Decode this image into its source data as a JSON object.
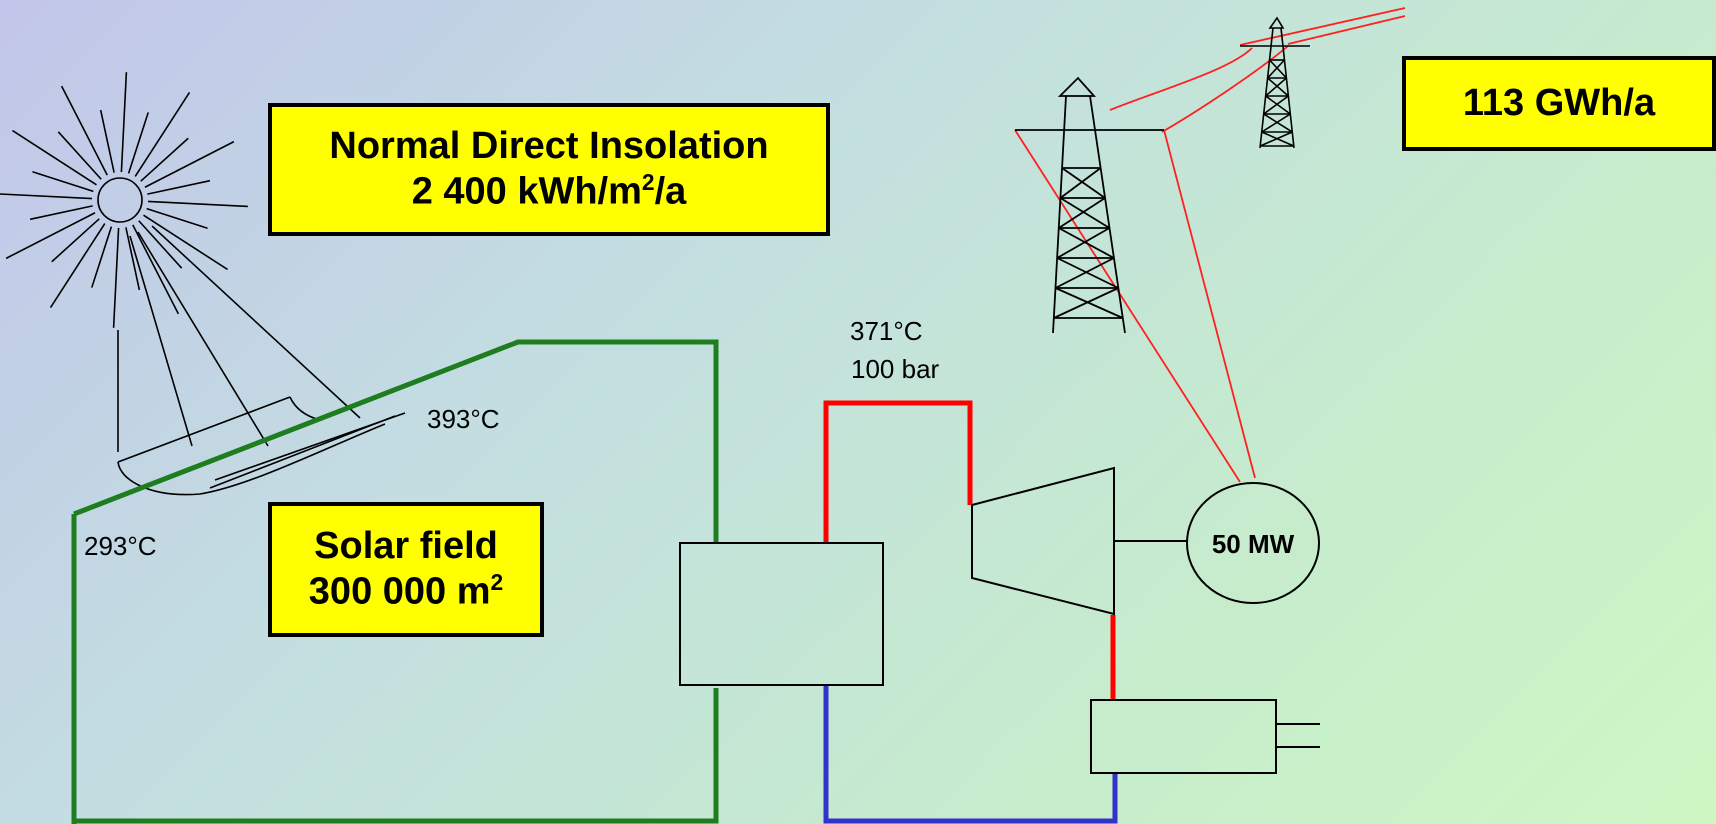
{
  "insolation": {
    "line1": "Normal Direct Insolation",
    "line2_prefix": "2 400 kWh/m",
    "line2_sup": "2",
    "line2_suffix": "/a"
  },
  "solar_field": {
    "line1": "Solar field",
    "line2_prefix": "300 000 m",
    "line2_sup": "2"
  },
  "annual_output": "113 GWh/a",
  "generator": "50 MW",
  "temps": {
    "field_outlet": "393°C",
    "field_inlet": "293°C",
    "steam_temp": "371°C",
    "steam_pressure": "100 bar"
  },
  "colors": {
    "background_start": "#c2c6ea",
    "background_end": "#cdf8c4",
    "label_box": "#ffff00",
    "htf_loop": "#1e7d1e",
    "steam_line": "#ff0000",
    "condensate_line": "#3333cc",
    "power_line": "#ff2020",
    "outline": "#000000"
  },
  "icons": [
    "sun-icon",
    "parabolic-trough-icon",
    "pylon-icon",
    "turbine-icon",
    "generator-icon",
    "condenser-icon"
  ]
}
